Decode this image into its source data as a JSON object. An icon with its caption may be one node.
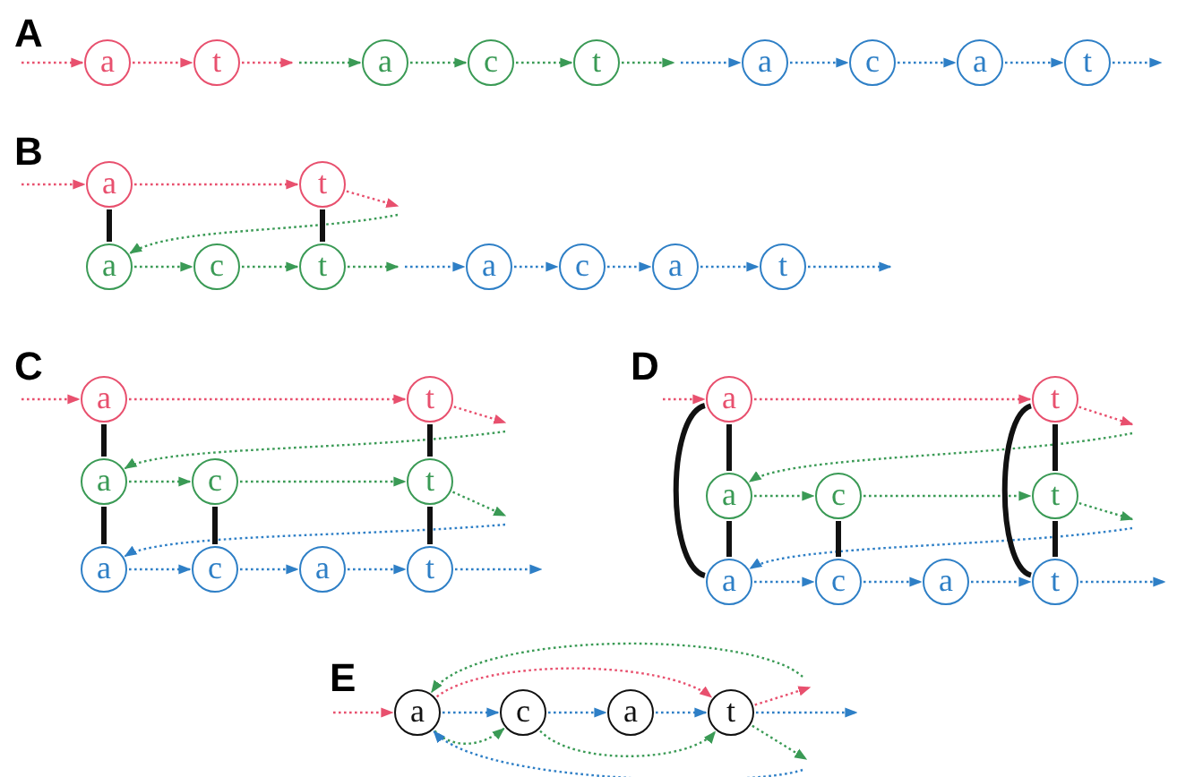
{
  "diagram": {
    "nodes": [
      {
        "text": [
          "a"
        ]
      },
      {
        "text": [
          "t"
        ]
      },
      {
        "text": [
          "a"
        ]
      },
      {
        "text": [
          "c"
        ]
      },
      {
        "text": [
          "t"
        ]
      },
      {
        "text": [
          "a"
        ]
      },
      {
        "text": [
          "c"
        ]
      },
      {
        "text": [
          "a"
        ]
      },
      {
        "text": [
          "t"
        ]
      },
      {
        "text": [
          "a"
        ]
      },
      {
        "text": [
          "t"
        ]
      },
      {
        "text": [
          "a"
        ]
      },
      {
        "text": [
          "c"
        ]
      },
      {
        "text": [
          "t"
        ]
      },
      {
        "text": [
          "a"
        ]
      },
      {
        "text": [
          "c"
        ]
      },
      {
        "text": [
          "a"
        ]
      },
      {
        "text": [
          "t"
        ]
      },
      {
        "text": [
          "a"
        ]
      },
      {
        "text": [
          "t"
        ]
      },
      {
        "text": [
          "a"
        ]
      },
      {
        "text": [
          "c"
        ]
      },
      {
        "text": [
          "t"
        ]
      },
      {
        "text": [
          "a"
        ]
      },
      {
        "text": [
          "c"
        ]
      },
      {
        "text": [
          "a"
        ]
      },
      {
        "text": [
          "t"
        ]
      },
      {
        "text": [
          "a"
        ]
      },
      {
        "text": [
          "t"
        ]
      },
      {
        "text": [
          "a"
        ]
      },
      {
        "text": [
          "c"
        ]
      },
      {
        "text": [
          "t"
        ]
      },
      {
        "text": [
          "a"
        ]
      },
      {
        "text": [
          "c"
        ]
      },
      {
        "text": [
          "a"
        ]
      },
      {
        "text": [
          "t"
        ]
      },
      {
        "text": [
          "a"
        ]
      },
      {
        "text": [
          "c"
        ]
      },
      {
        "text": [
          "a"
        ]
      },
      {
        "text": [
          "t"
        ]
      }
    ],
    "edges": [
      {
        "from": null,
        "to": 0,
        "arrow": "to",
        "style": "dashed",
        "color": "#e8506e"
      },
      {
        "from": 0,
        "to": 1,
        "arrow": "to",
        "style": "dashed",
        "color": "#e8506e"
      },
      {
        "from": 1,
        "to": null,
        "arrow": "to",
        "style": "dashed",
        "color": "#e8506e"
      },
      {
        "from": null,
        "to": 2,
        "arrow": "to",
        "style": "dashed",
        "color": "#3a9a55"
      },
      {
        "from": 2,
        "to": 3,
        "arrow": "to",
        "style": "dashed",
        "color": "#3a9a55"
      },
      {
        "from": 3,
        "to": 4,
        "arrow": "to",
        "style": "dashed",
        "color": "#3a9a55"
      },
      {
        "from": 4,
        "to": null,
        "arrow": "to",
        "style": "dashed",
        "color": "#3a9a55"
      },
      {
        "from": null,
        "to": 5,
        "arrow": "to",
        "style": "dashed",
        "color": "#2e7fc6"
      },
      {
        "from": 5,
        "to": 6,
        "arrow": "to",
        "style": "dashed",
        "color": "#2e7fc6"
      },
      {
        "from": 6,
        "to": 7,
        "arrow": "to",
        "style": "dashed",
        "color": "#2e7fc6"
      },
      {
        "from": 7,
        "to": 8,
        "arrow": "to",
        "style": "dashed",
        "color": "#2e7fc6"
      },
      {
        "from": 8,
        "to": null,
        "arrow": "to",
        "style": "dashed",
        "color": "#2e7fc6"
      },
      {
        "from": null,
        "to": 9,
        "arrow": "to",
        "style": "dashed",
        "color": "#e8506e"
      },
      {
        "from": 9,
        "to": 10,
        "arrow": "to",
        "style": "dashed",
        "color": "#e8506e"
      },
      {
        "from": 10,
        "to": null,
        "arrow": "to",
        "style": "dashed",
        "color": "#e8506e"
      },
      {
        "from": null,
        "to": 11,
        "arrow": "to",
        "style": "dashed",
        "color": "#3a9a55"
      },
      {
        "from": 11,
        "to": 12,
        "arrow": "to",
        "style": "dashed",
        "color": "#3a9a55"
      },
      {
        "from": 12,
        "to": 13,
        "arrow": "to",
        "style": "dashed",
        "color": "#3a9a55"
      },
      {
        "from": 13,
        "to": null,
        "arrow": "to",
        "style": "dashed",
        "color": "#3a9a55"
      },
      {
        "from": null,
        "to": 14,
        "arrow": "to",
        "style": "dashed",
        "color": "#2e7fc6"
      },
      {
        "from": 14,
        "to": 15,
        "arrow": "to",
        "style": "dashed",
        "color": "#2e7fc6"
      },
      {
        "from": 15,
        "to": 16,
        "arrow": "to",
        "style": "dashed",
        "color": "#2e7fc6"
      },
      {
        "from": 16,
        "to": 17,
        "arrow": "to",
        "style": "dashed",
        "color": "#2e7fc6"
      },
      {
        "from": 17,
        "to": null,
        "arrow": "to",
        "style": "dashed",
        "color": "#2e7fc6"
      },
      {
        "from": 9,
        "to": 11,
        "arrow": "none",
        "style": "thick",
        "color": "#111111"
      },
      {
        "from": 10,
        "to": 13,
        "arrow": "none",
        "style": "thick",
        "color": "#111111"
      },
      {
        "from": null,
        "to": 18,
        "arrow": "to",
        "style": "dashed",
        "color": "#e8506e"
      },
      {
        "from": 18,
        "to": 19,
        "arrow": "to",
        "style": "dashed",
        "color": "#e8506e"
      },
      {
        "from": 19,
        "to": null,
        "arrow": "to",
        "style": "dashed",
        "color": "#e8506e"
      },
      {
        "from": null,
        "to": 20,
        "arrow": "to",
        "style": "dashed",
        "color": "#3a9a55"
      },
      {
        "from": 20,
        "to": 21,
        "arrow": "to",
        "style": "dashed",
        "color": "#3a9a55"
      },
      {
        "from": 21,
        "to": 22,
        "arrow": "to",
        "style": "dashed",
        "color": "#3a9a55"
      },
      {
        "from": 22,
        "to": null,
        "arrow": "to",
        "style": "dashed",
        "color": "#3a9a55"
      },
      {
        "from": null,
        "to": 23,
        "arrow": "to",
        "style": "dashed",
        "color": "#2e7fc6"
      },
      {
        "from": 23,
        "to": 24,
        "arrow": "to",
        "style": "dashed",
        "color": "#2e7fc6"
      },
      {
        "from": 24,
        "to": 25,
        "arrow": "to",
        "style": "dashed",
        "color": "#2e7fc6"
      },
      {
        "from": 25,
        "to": 26,
        "arrow": "to",
        "style": "dashed",
        "color": "#2e7fc6"
      },
      {
        "from": 26,
        "to": null,
        "arrow": "to",
        "style": "dashed",
        "color": "#2e7fc6"
      },
      {
        "from": 18,
        "to": 20,
        "arrow": "none",
        "style": "thick",
        "color": "#111111"
      },
      {
        "from": 20,
        "to": 23,
        "arrow": "none",
        "style": "thick",
        "color": "#111111"
      },
      {
        "from": 21,
        "to": 24,
        "arrow": "none",
        "style": "thick",
        "color": "#111111"
      },
      {
        "from": 19,
        "to": 22,
        "arrow": "none",
        "style": "thick",
        "color": "#111111"
      },
      {
        "from": 22,
        "to": 26,
        "arrow": "none",
        "style": "thick",
        "color": "#111111"
      },
      {
        "from": null,
        "to": 27,
        "arrow": "to",
        "style": "dashed",
        "color": "#e8506e"
      },
      {
        "from": 27,
        "to": 28,
        "arrow": "to",
        "style": "dashed",
        "color": "#e8506e"
      },
      {
        "from": 28,
        "to": null,
        "arrow": "to",
        "style": "dashed",
        "color": "#e8506e"
      },
      {
        "from": null,
        "to": 29,
        "arrow": "to",
        "style": "dashed",
        "color": "#3a9a55"
      },
      {
        "from": 29,
        "to": 30,
        "arrow": "to",
        "style": "dashed",
        "color": "#3a9a55"
      },
      {
        "from": 30,
        "to": 31,
        "arrow": "to",
        "style": "dashed",
        "color": "#3a9a55"
      },
      {
        "from": 31,
        "to": null,
        "arrow": "to",
        "style": "dashed",
        "color": "#3a9a55"
      },
      {
        "from": null,
        "to": 32,
        "arrow": "to",
        "style": "dashed",
        "color": "#2e7fc6"
      },
      {
        "from": 32,
        "to": 33,
        "arrow": "to",
        "style": "dashed",
        "color": "#2e7fc6"
      },
      {
        "from": 33,
        "to": 34,
        "arrow": "to",
        "style": "dashed",
        "color": "#2e7fc6"
      },
      {
        "from": 34,
        "to": 35,
        "arrow": "to",
        "style": "dashed",
        "color": "#2e7fc6"
      },
      {
        "from": 35,
        "to": null,
        "arrow": "to",
        "style": "dashed",
        "color": "#2e7fc6"
      },
      {
        "from": 27,
        "to": 29,
        "arrow": "none",
        "style": "thick",
        "color": "#111111"
      },
      {
        "from": 29,
        "to": 32,
        "arrow": "none",
        "style": "thick",
        "color": "#111111"
      },
      {
        "from": 30,
        "to": 33,
        "arrow": "none",
        "style": "thick",
        "color": "#111111"
      },
      {
        "from": 28,
        "to": 31,
        "arrow": "none",
        "style": "thick",
        "color": "#111111"
      },
      {
        "from": 31,
        "to": 35,
        "arrow": "none",
        "style": "thick",
        "color": "#111111"
      },
      {
        "from": 27,
        "to": 32,
        "arrow": "none",
        "style": "thick",
        "color": "#111111"
      },
      {
        "from": 28,
        "to": 35,
        "arrow": "none",
        "style": "thick",
        "color": "#111111"
      },
      {
        "from": null,
        "to": 36,
        "arrow": "to",
        "style": "dashed",
        "color": "#e8506e"
      },
      {
        "from": 36,
        "to": 37,
        "arrow": "to",
        "style": "dashed",
        "color": "#2e7fc6"
      },
      {
        "from": 37,
        "to": 38,
        "arrow": "to",
        "style": "dashed",
        "color": "#2e7fc6"
      },
      {
        "from": 38,
        "to": 39,
        "arrow": "to",
        "style": "dashed",
        "color": "#2e7fc6"
      },
      {
        "from": 39,
        "to": null,
        "arrow": "to",
        "style": "dashed",
        "color": "#2e7fc6"
      },
      {
        "from": 36,
        "to": 39,
        "arrow": "to",
        "style": "dashed",
        "color": "#e8506e"
      },
      {
        "from": 39,
        "to": null,
        "arrow": "to",
        "style": "dashed",
        "color": "#e8506e"
      },
      {
        "from": null,
        "to": 36,
        "arrow": "to",
        "style": "dashed",
        "color": "#3a9a55"
      },
      {
        "from": 36,
        "to": 37,
        "arrow": "to",
        "style": "dashed",
        "color": "#3a9a55"
      },
      {
        "from": 37,
        "to": 39,
        "arrow": "to",
        "style": "dashed",
        "color": "#3a9a55"
      },
      {
        "from": 39,
        "to": null,
        "arrow": "to",
        "style": "dashed",
        "color": "#3a9a55"
      },
      {
        "from": null,
        "to": 36,
        "arrow": "to",
        "style": "dashed",
        "color": "#2e7fc6"
      }
    ],
    "labels": [
      "A",
      "B",
      "C",
      "D",
      "E"
    ]
  }
}
